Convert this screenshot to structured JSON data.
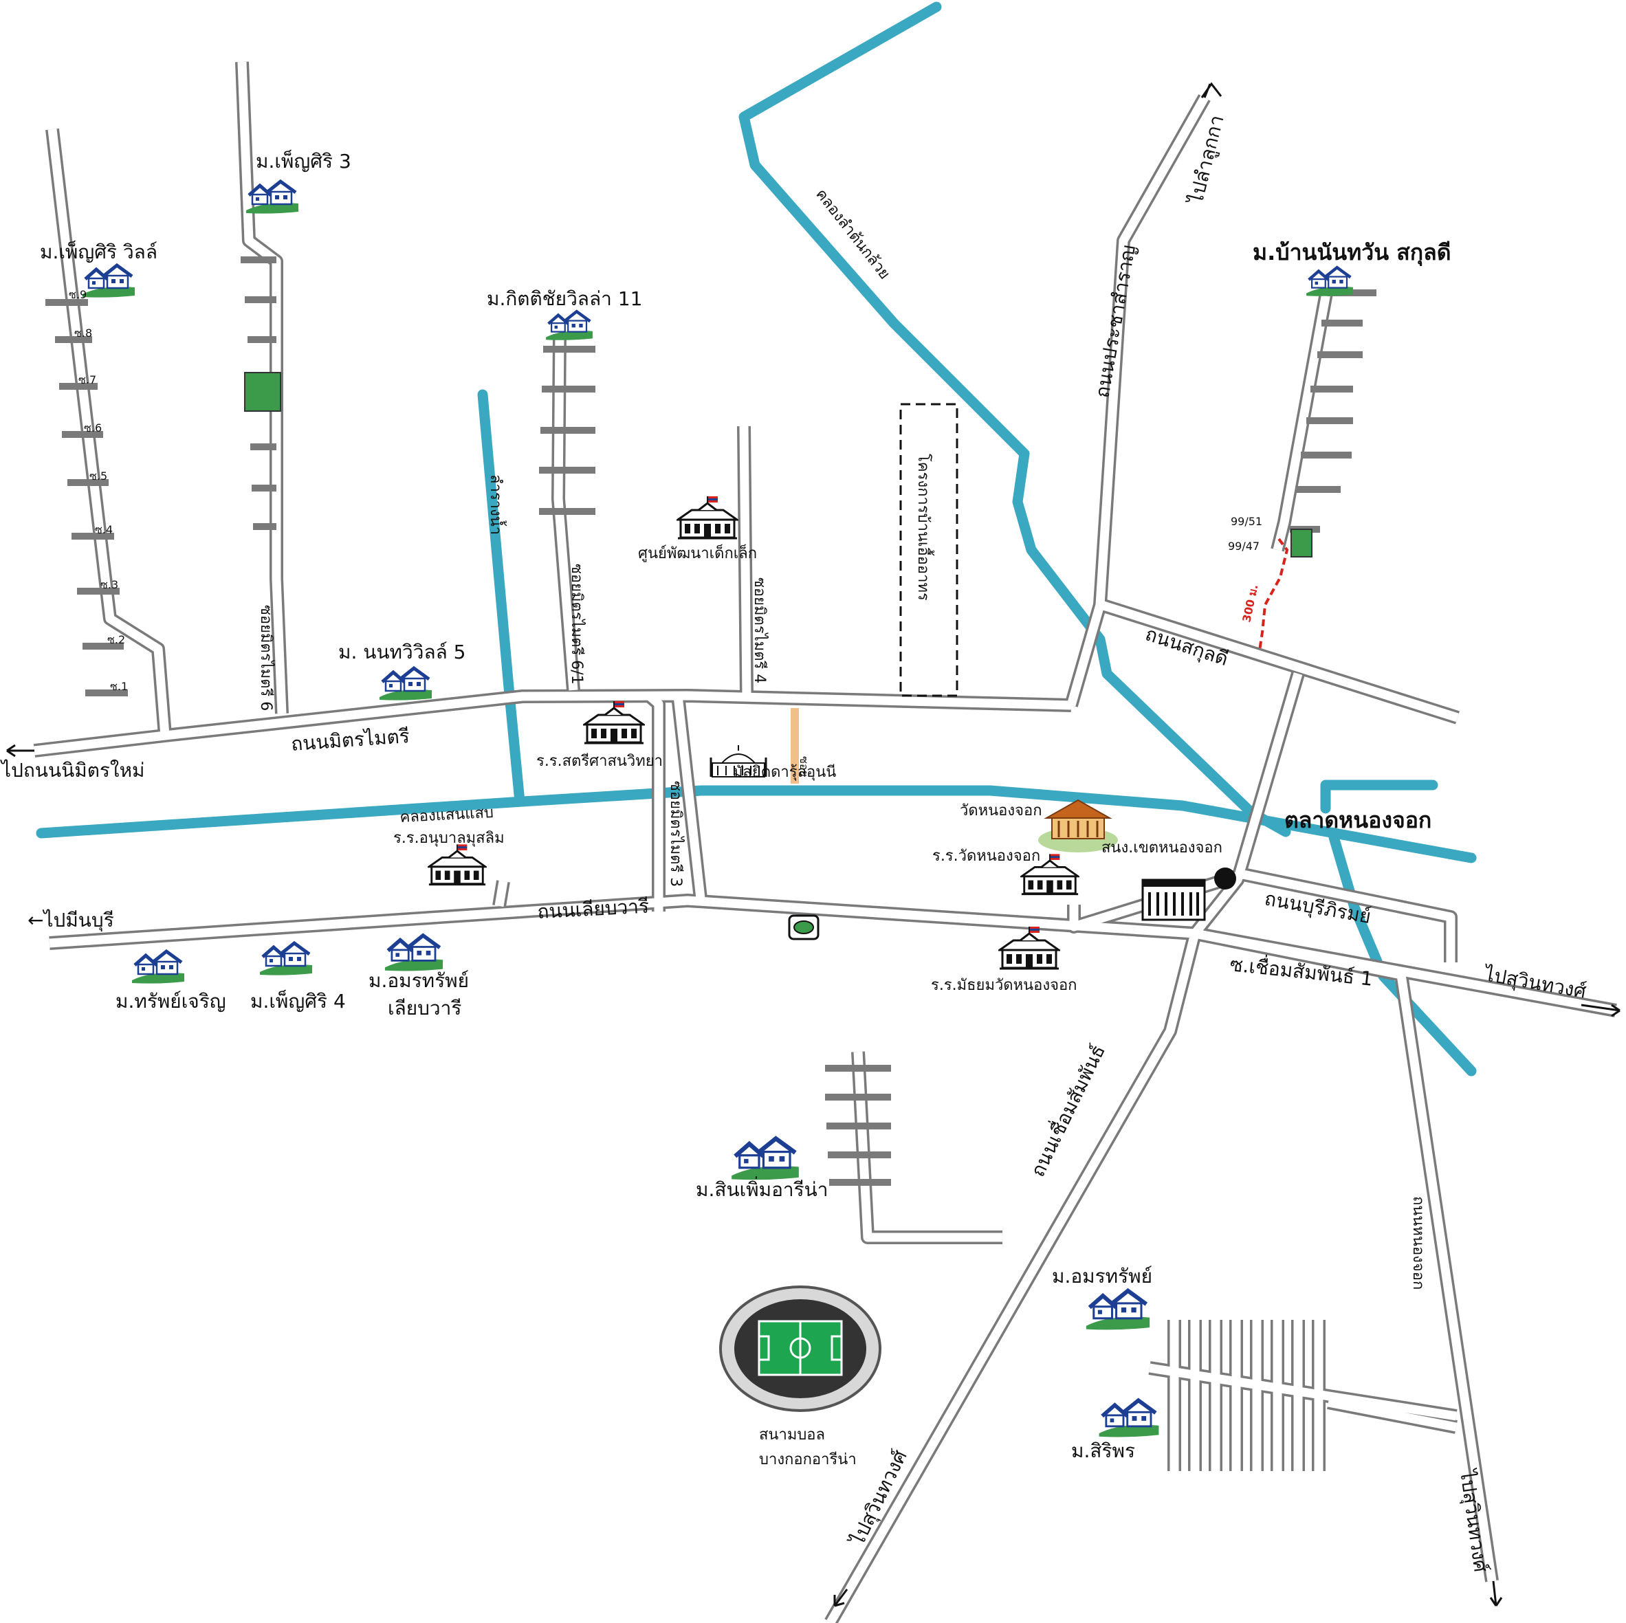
{
  "colors": {
    "canal": "#3aa8c1",
    "road_edge": "#7a7a7a",
    "park": "#3c9b4a",
    "house_roof": "#1d3f93",
    "route": "#d8231c",
    "lane": "#f1c08a"
  },
  "villages": {
    "penshiri_villa": "ม.เพ็ญศิริ วิลล์",
    "penshiri3": "ม.เพ็ญศิริ 3",
    "kittichai11": "ม.กิตติชัยวิลล่า 11",
    "bannanthawan": "ม.บ้านนันทวัน สกุลดี",
    "nonthawill5": "ม. นนทวิวิลล์ 5",
    "subcharoen": "ม.ทรัพย์เจริญ",
    "penshiri4": "ม.เพ็ญศิริ 4",
    "amorn_line1": "ม.อมรทรัพย์",
    "amorn_line2": "เลียบวารี",
    "sinpoem": "ม.สินเพิ่มอารีน่า",
    "amorn2": "ม.อมรทรัพย์",
    "siriporn": "ม.สิริพร"
  },
  "roads": {
    "mitmaitri": "ถนนมิตรไมตรี",
    "liapwari": "ถนนเลียบวารี",
    "sakundi": "ถนนสกุลดี",
    "prachasamran": "ถนนประชาสำราญ",
    "burirom": "ถนนบุรีภิรมย์",
    "chueam_sam": "ถนนเชื่อมสัมพันธ์",
    "chueam_soi1": "ซ.เชื่อมสัมพันธ์ 1",
    "soi_mit6": "ซอยมิตรไมตรี 6",
    "soi_mit61": "ซอยมิตรไมตรี 6/1",
    "soi_mit4": "ซอยมิตรไมตรี 4",
    "soi_mit3": "ซอยมิตรไมตรี 3",
    "lam_nongchok": "ถนนหนองจอก",
    "soi_sub": "ซอย",
    "lane_ladder": [
      "ซ.8",
      "ซ.7",
      "ซ.6",
      "ซ.5",
      "ซ.4",
      "ซ.3",
      "ซ.2",
      "ซ.1",
      "ซ.9"
    ]
  },
  "canals": {
    "saensap": "คลองแสนแสบ",
    "lamton_kluay": "คลองลำต้นกล้วย",
    "lamnamsom": "ลำรางน้ำ"
  },
  "places": {
    "child_center": "ศูนย์พัฒนาเด็กเล็ก",
    "project_zone": "โครงการบ้านเอื้ออาทร",
    "sattri_school": "ร.ร.สตรีศาสนวิทยา",
    "mosque": "มัสยิดดารุ้ลอุนนี",
    "anuban_school": "ร.ร.อนุบาลมุสลิม",
    "wat_nongchok": "วัดหนองจอก",
    "wat_school": "ร.ร.วัดหนองจอก",
    "district_office": "สนง.เขตหนองจอก",
    "market": "ตลาดหนองจอก",
    "matthayom": "ร.ร.มัธยมวัดหนองจอก",
    "stadium_line1": "สนามบอล",
    "stadium_line2": "บางกอกอารีน่า"
  },
  "directions": {
    "nimit": "ไปถนนนิมิตรใหม่",
    "minburi": "←ไปมีนบุรี",
    "lamlukka": "ไปลำลูกกา",
    "suwin_right": "ไปสุวินทวงศ์",
    "suwin_bottom": "ไปสุวินทวงศ์",
    "suwin_bottom_right": "ไปสุวินทวงศ์"
  },
  "annotations": {
    "house_no1": "99/51",
    "house_no2": "99/47",
    "distance": "300 ม."
  }
}
